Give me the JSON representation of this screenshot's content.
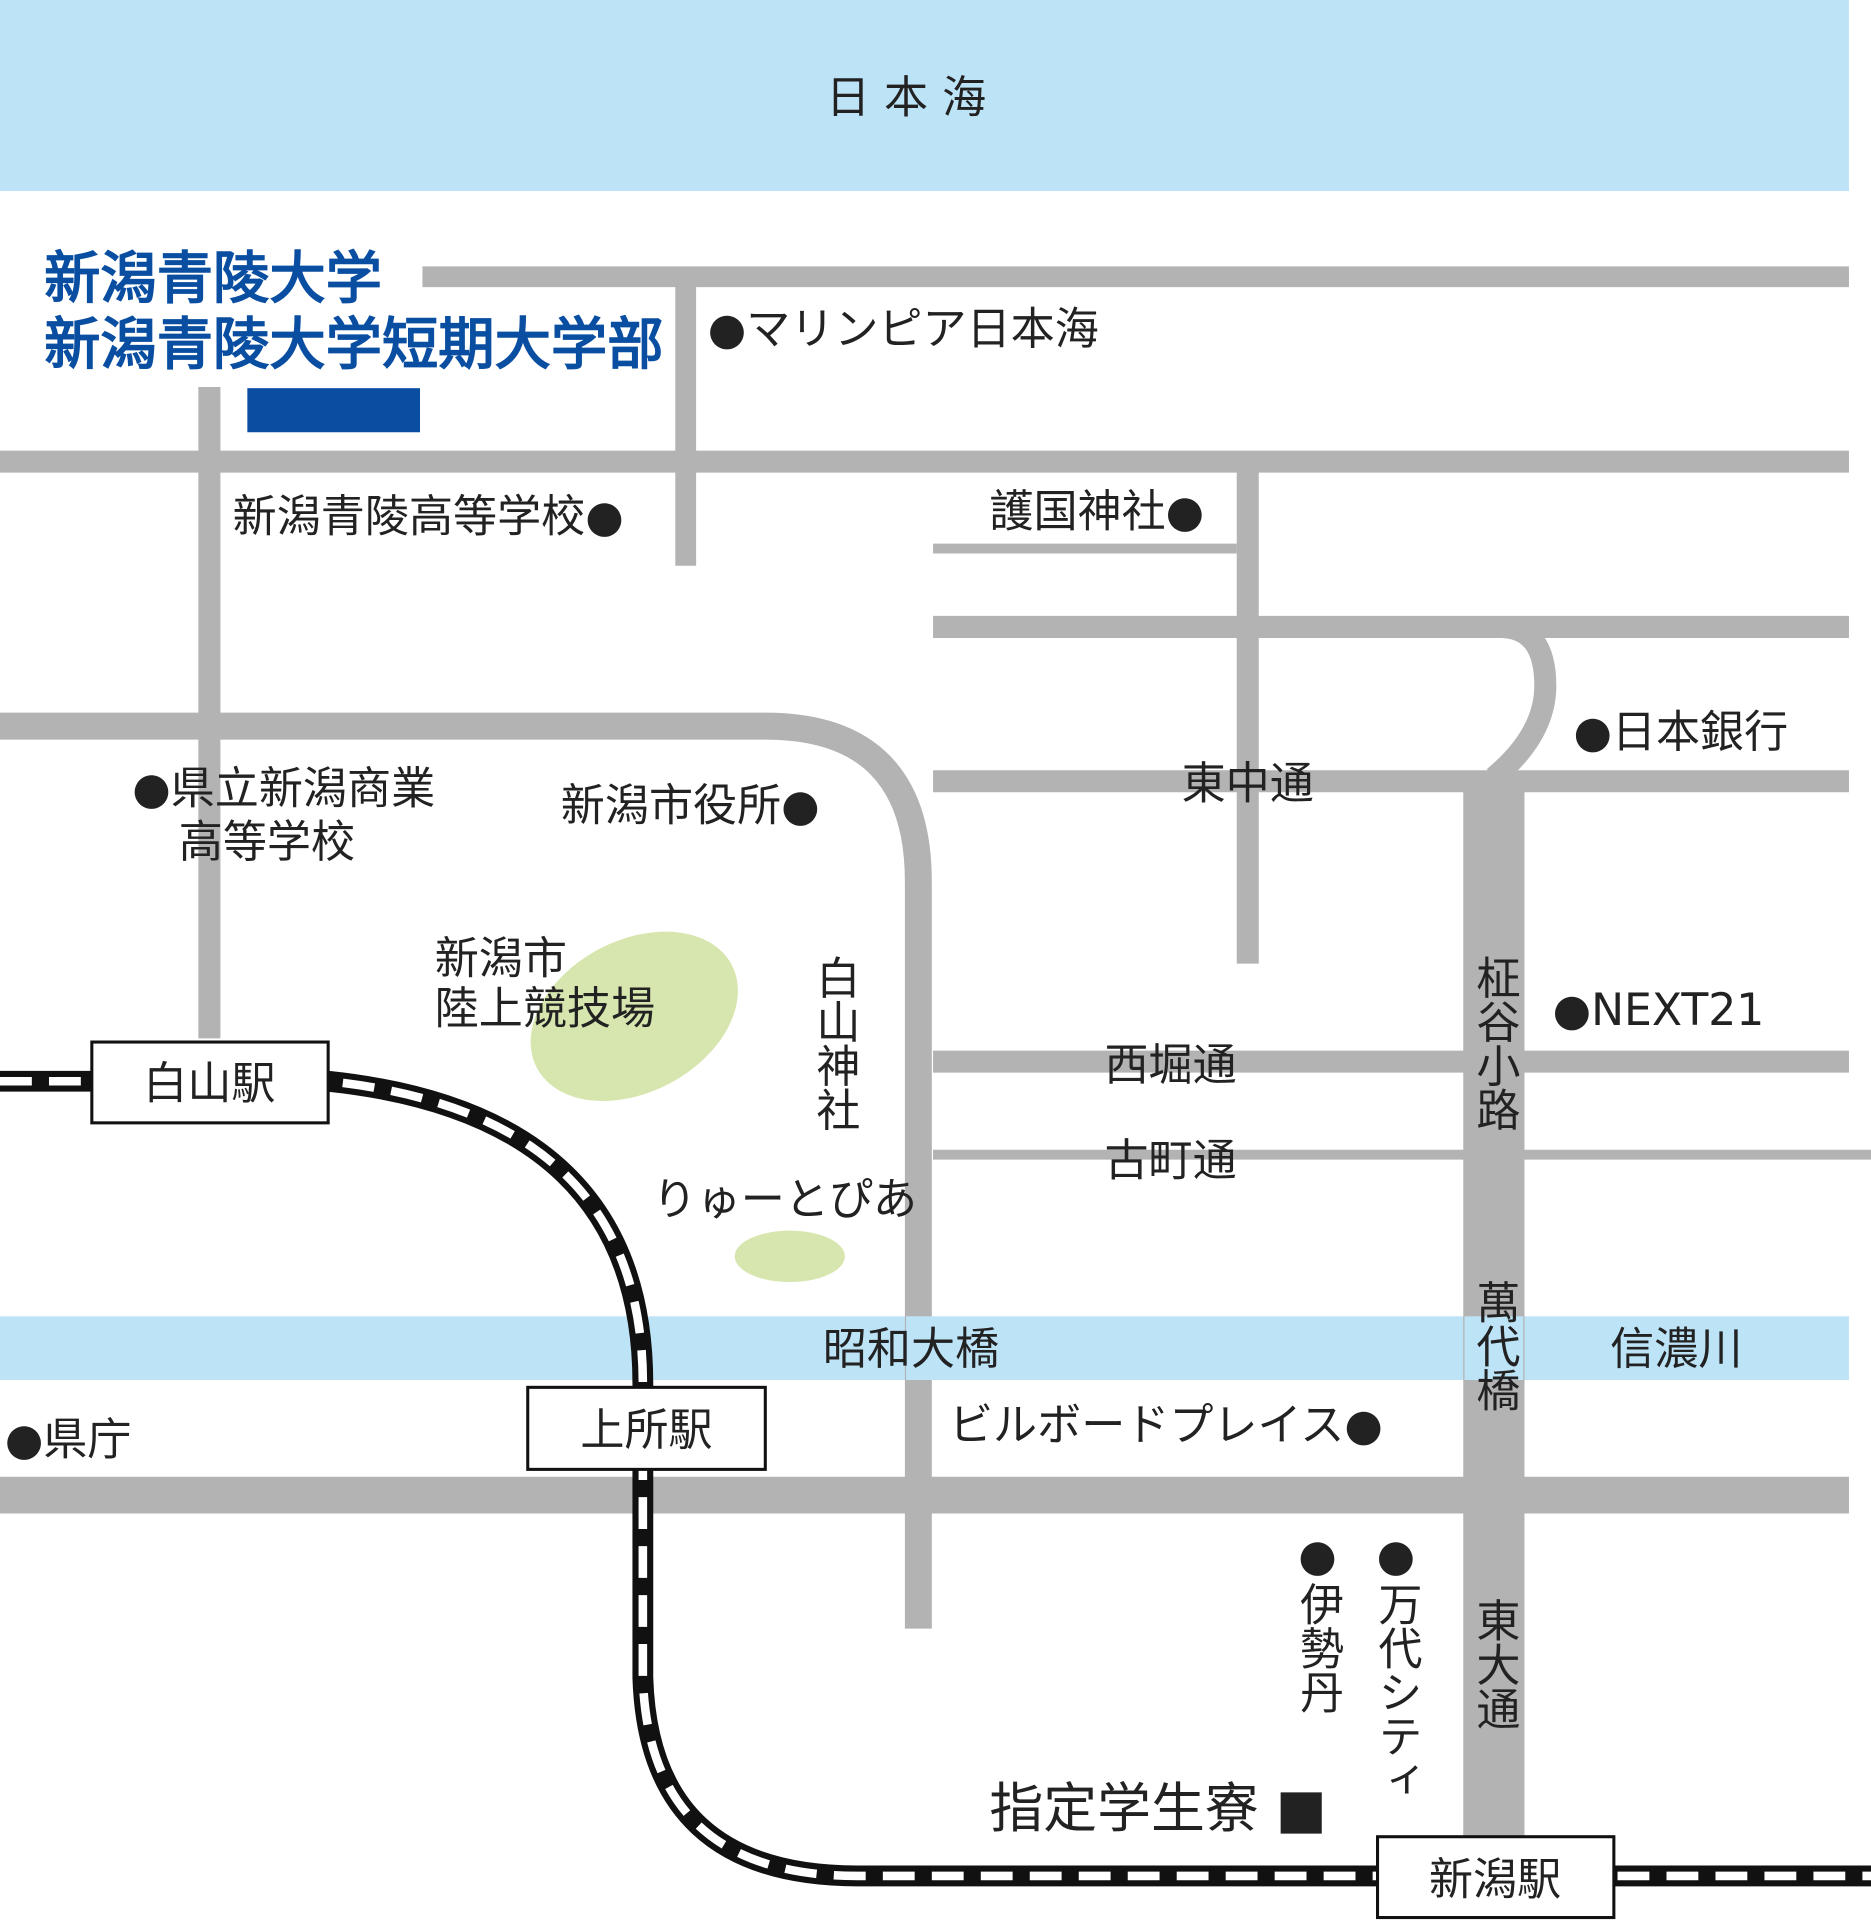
{
  "sea_label": "日 本 海",
  "university": {
    "name": "新潟青陵大学",
    "junior_college": "新潟青陵大学短期大学部"
  },
  "landmarks": {
    "marinpia": "●マリンピア日本海",
    "seiryo_high": "新潟青陵高等学校●",
    "gokoku": "護国神社●",
    "boj": "●日本銀行",
    "commercial_high_1": "●県立新潟商業",
    "commercial_high_2": "高等学校",
    "city_hall": "新潟市役所●",
    "stadium_1": "新潟市",
    "stadium_2": "陸上競技場",
    "hakusan_shrine": "白山神社",
    "ryutopia": "りゅーとぴあ",
    "next21": "●NEXT21",
    "prefecture": "●県庁",
    "billboard": "ビルボードプレイス●",
    "isetan": "●伊勢丹",
    "bandai_city": "●万代シティ",
    "dormitory": "指定学生寮 ■"
  },
  "streets": {
    "higashinaka": "東中通",
    "nishibori": "西堀通",
    "furumachi": "古町通",
    "masaya": "柾谷小路",
    "bandai_bridge": "萬代橋",
    "higashi_odori": "東大通",
    "showa_bridge": "昭和大橋",
    "shinano_river": "信濃川"
  },
  "stations": {
    "hakusan": "白山駅",
    "sekiya": "上所駅",
    "niigata": "新潟駅"
  },
  "colors": {
    "water": "#bde3f7",
    "road": "#b3b3b3",
    "park": "#d6e6ae",
    "university": "#0a4ea2"
  }
}
